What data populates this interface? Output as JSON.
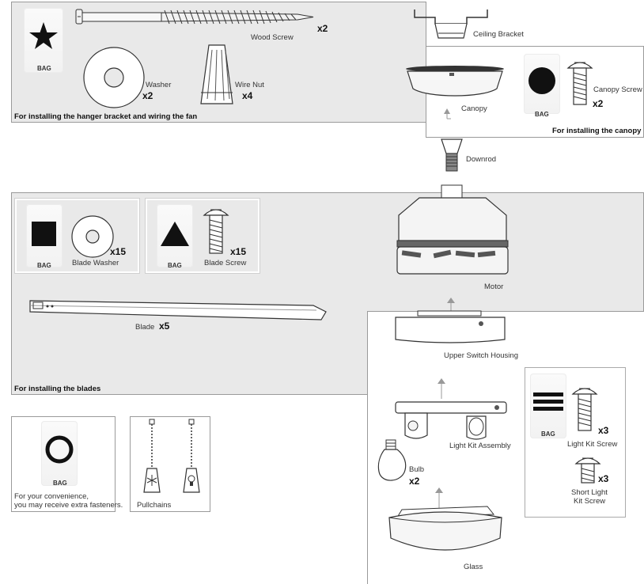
{
  "hanger_section": {
    "caption": "For installing the hanger bracket and wiring the fan",
    "bag_label": "BAG",
    "wood_screw": {
      "label": "Wood Screw",
      "qty": "x2"
    },
    "washer": {
      "label": "Washer",
      "qty": "x2"
    },
    "wire_nut": {
      "label": "Wire Nut",
      "qty": "x4"
    }
  },
  "ceiling_bracket": {
    "label": "Ceiling Bracket"
  },
  "canopy_section": {
    "caption": "For installing the canopy",
    "canopy_label": "Canopy",
    "bag_label": "BAG",
    "canopy_screw": {
      "label": "Canopy Screw",
      "qty": "x2"
    }
  },
  "downrod": {
    "label": "Downrod"
  },
  "blades_section": {
    "caption": "For installing the blades",
    "blade_washer": {
      "label": "Blade Washer",
      "qty": "x15",
      "bag_label": "BAG"
    },
    "blade_screw": {
      "label": "Blade Screw",
      "qty": "x15",
      "bag_label": "BAG"
    },
    "blade": {
      "label": "Blade",
      "qty": "x5"
    }
  },
  "motor": {
    "label": "Motor"
  },
  "upper_switch_housing": {
    "label": "Upper Switch Housing"
  },
  "light_kit_assembly": {
    "label": "Light Kit Assembly"
  },
  "bulb": {
    "label": "Bulb",
    "qty": "x2"
  },
  "glass": {
    "label": "Glass"
  },
  "light_screws_box": {
    "bag_label": "BAG",
    "light_kit_screw": {
      "label": "Light Kit Screw",
      "qty": "x3"
    },
    "short_light_kit_screw": {
      "label_line1": "Short Light",
      "label_line2": "Kit Screw",
      "qty": "x3"
    }
  },
  "extra_box": {
    "bag_label": "BAG",
    "note_line1": "For your convenience,",
    "note_line2": "you may receive extra fasteners."
  },
  "pullchains": {
    "label": "Pullchains"
  }
}
